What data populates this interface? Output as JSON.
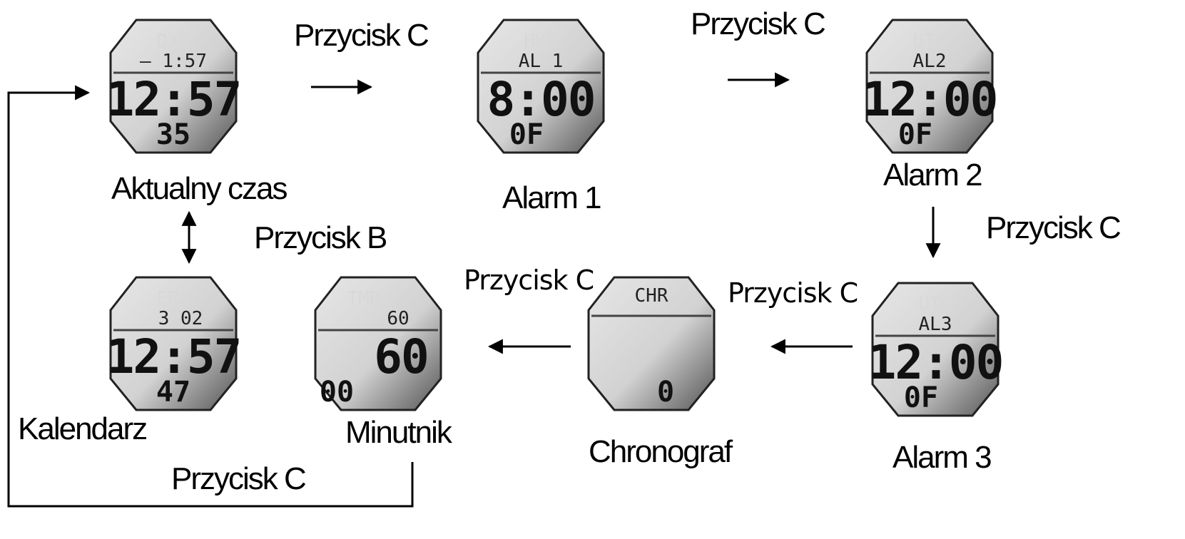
{
  "modes": {
    "current_time": {
      "label": "Aktualny czas",
      "top1": "DXB",
      "top2": "– 1:57",
      "main": "12:57",
      "sub": "35"
    },
    "alarm1": {
      "label": "Alarm 1",
      "top1": "HKG",
      "top2": "AL 1",
      "main": "8:00",
      "sub": "0F"
    },
    "alarm2": {
      "label": "Alarm 2",
      "top1": "UTC",
      "top2": "AL2",
      "main": "12:00",
      "sub": "0F"
    },
    "alarm3": {
      "label": "Alarm 3",
      "top1": "UTC",
      "top2": "AL3",
      "main": "12:00",
      "sub": "0F"
    },
    "chronograph": {
      "label": "Chronograf",
      "top1": "CHR",
      "top2": "",
      "main": "",
      "sub": "0"
    },
    "timer": {
      "label": "Minutnik",
      "top1": "TMR",
      "top2": "60",
      "main": "60",
      "sub": "00"
    },
    "calendar": {
      "label": "Kalendarz",
      "top1": "FRI",
      "top2": "3 02",
      "main": "12:57",
      "sub": "47"
    }
  },
  "transitions": {
    "time_to_alarm1": "Przycisk C",
    "alarm1_to_alarm2": "Przycisk C",
    "alarm2_to_alarm3": "Przycisk C",
    "alarm3_to_chronograph": "Przycisk C",
    "chronograph_to_timer": "Przycisk C",
    "time_calendar": "Przycisk B",
    "timer_to_time": "Przycisk C"
  }
}
